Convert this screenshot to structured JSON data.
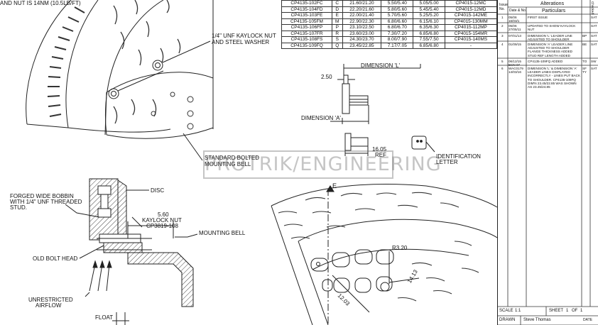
{
  "notes": {
    "torque": "AND NUT IS 14Nm (10.5lb/ft)"
  },
  "labels": {
    "kaylock_nut_washer_1": "1/4\" UNF KAYLOCK NUT",
    "kaylock_nut_washer_2": "AND STEEL WASHER",
    "standard_bolted_1": "STANDARD BOLTED",
    "standard_bolted_2": "MOUNTING BELL",
    "dimension_l": "DIMENSION 'L'",
    "dimension_a": "DIMENSION 'A'",
    "dim_250": "2.50",
    "dim_1605": "16.05",
    "ref": "REF",
    "ident_1": "IDENTIFICATION",
    "ident_2": "LETTER",
    "forged_1": "FORGED WIDE BOBBIN",
    "forged_2": "WITH 1/4\" UNF THREADED",
    "forged_3": "STUD.",
    "disc": "DISC",
    "dim_560": "5.60",
    "kaylock_nut": "KAYLOCK NUT",
    "kaylock_part": "CP3819-108",
    "mounting_bell": "MOUNTING BELL",
    "old_bolt_head": "OLD BOLT HEAD",
    "unrestricted_1": "UNRESTRICTED",
    "unrestricted_2": "AIRFLOW",
    "float": "FLOAT",
    "section_e": "E",
    "r320": "R3.20",
    "dim_1413": "14.13",
    "dim_1203": "12.03"
  },
  "watermark": "PROTRIK/ENGINEERING",
  "spec_table": [
    [
      "CP4135-102FC",
      "C",
      "21.60/21.20",
      "5.50/5.40",
      "5.05/5.00",
      "CP4015-12MC"
    ],
    [
      "CP4135-104FD",
      "D",
      "22.20/21.60",
      "5.80/5.60",
      "5.45/5.40",
      "CP4015-12MD"
    ],
    [
      "CP4135-103FE",
      "E",
      "22.00/21.40",
      "5.70/5.60",
      "5.25/5.20",
      "CP4015-142ME"
    ],
    [
      "CP4135-105FM",
      "M",
      "22.90/22.30",
      "6.80/6.60",
      "6.15/6.10",
      "CP4015-130MM"
    ],
    [
      "CP4135-106FP",
      "P",
      "23.10/22.50",
      "6.80/6.70",
      "6.35/6.30",
      "CP4015-112MP"
    ],
    [
      "CP4135-107FR",
      "R",
      "23.60/23.00",
      "7.30/7.20",
      "6.85/6.80",
      "CP4015-154MR"
    ],
    [
      "CP4135-108FS",
      "S",
      "24.30/23.70",
      "8.00/7.90",
      "7.55/7.50",
      "CP4015-140MS"
    ],
    [
      "CP4135-109FQ",
      "Q",
      "23.45/22.85",
      "7.17/7.05",
      "6.85/6.80",
      "-"
    ]
  ],
  "revisions": {
    "header": "Alterations",
    "col_issue": "Issue No.",
    "col_date": "Date & No.",
    "col_particulars": "Particulars",
    "col_initials": "Checked",
    "rows": [
      {
        "no": "1",
        "date": "05/06 16/03/1",
        "text": "FIRST ISSUE",
        "init": "",
        "chk": "SAT"
      },
      {
        "no": "2",
        "date": "05/06 27/05/11",
        "text": "UPDATED TO SHOW KAYLOCK NUT",
        "init": "",
        "chk": "SAT"
      },
      {
        "no": "3",
        "date": "07/01/13",
        "text": "DIMENSION 'L' LEADER LINE ADJUSTED TO SHOULDER",
        "init": "BP",
        "chk": "SAT"
      },
      {
        "no": "4",
        "date": "01/09/15",
        "text": "DIMENSION 'A' LEADER LINE ADJUSTED TO SHOULDER FLANGE THICKNESS ADDED STUD REF LENGTH ADDED",
        "init": "BE",
        "chk": "SAT"
      },
      {
        "no": "5",
        "date": "06/12/15 ECN 07",
        "text": "CP4135-109FQ ADDED",
        "init": "TO",
        "chk": "SW"
      },
      {
        "no": "6",
        "date": "WAC0179 14/03/16",
        "text": "DIMENSION 'L' & DIMENSION 'A' LEADER LINES DISPLAYED INCORRECTLY - LINES PUT BACK TO SHOULDER. CP4135-109FQ DIM'N 23.45/22.85 WAS SHOWN AS 23.45/24.85",
        "init": "SF TY",
        "chk": "SAT"
      }
    ]
  },
  "title_block": {
    "scale_label": "SCALE",
    "scale_value": "1:1",
    "sheet_label": "SHEET",
    "sheet_value": "1",
    "of_label": "OF",
    "of_value": "1",
    "drawn_label": "DRAWN",
    "drawn_value": "Steve Thomas",
    "date_label": "DATE"
  }
}
